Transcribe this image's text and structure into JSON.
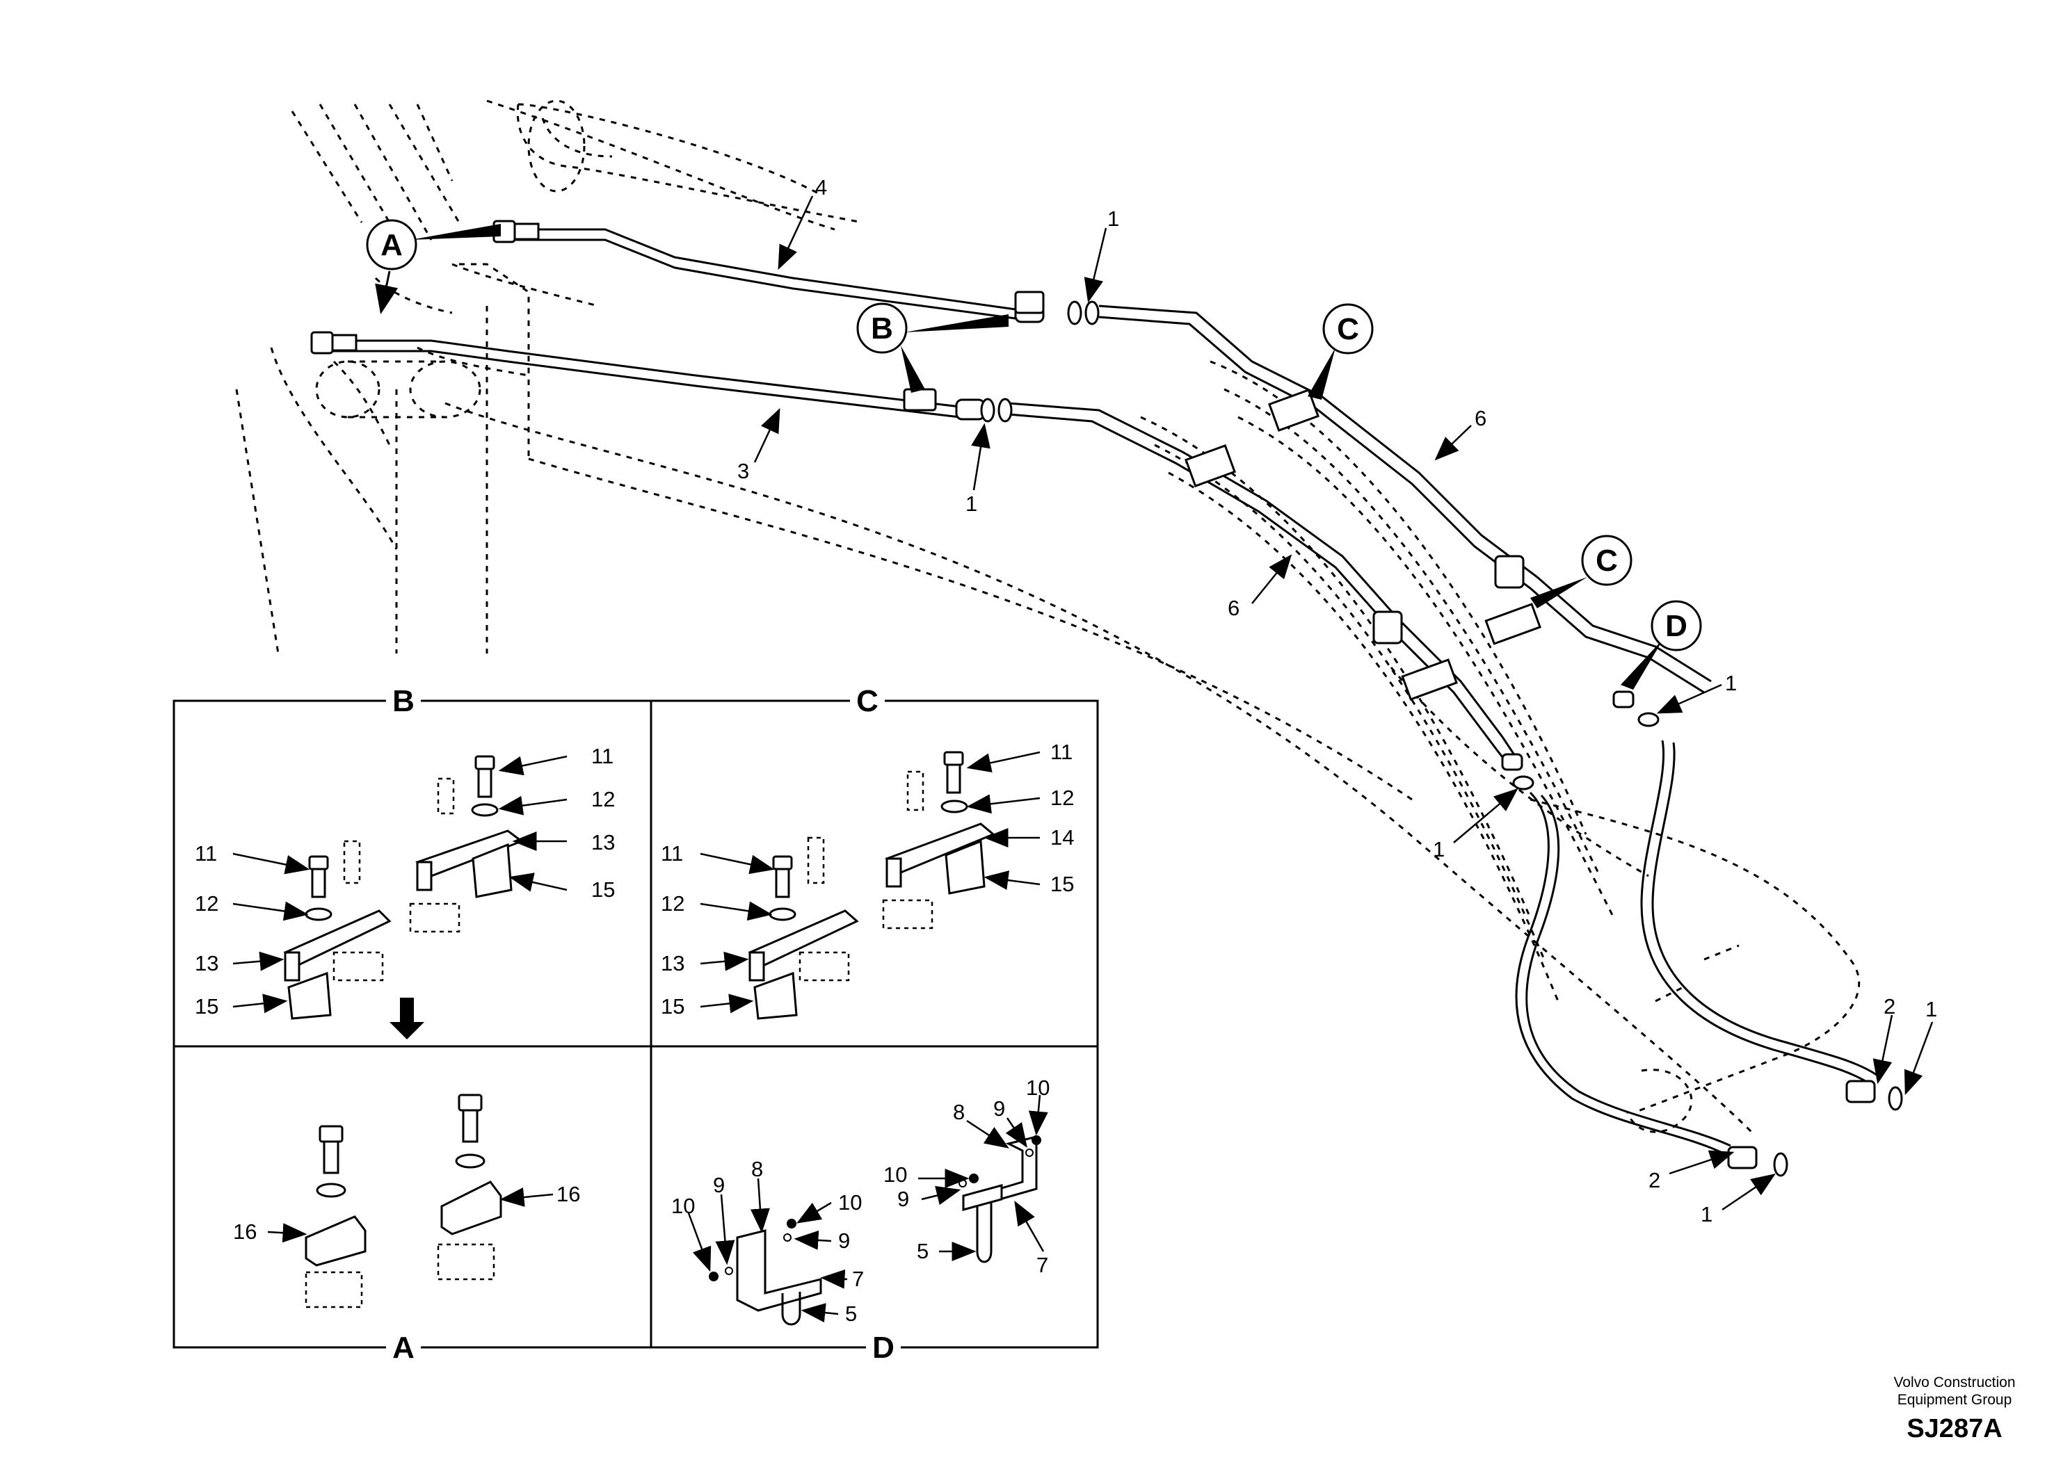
{
  "details": {
    "B": "B",
    "C": "C",
    "A": "A",
    "D": "D"
  },
  "callouts": {
    "A": "A",
    "B": "B",
    "C1": "C",
    "C2": "C",
    "D": "D"
  },
  "main_labels": {
    "l4": "4",
    "l1_top": "1",
    "l3": "3",
    "l1_mid": "1",
    "l6_upper": "6",
    "l6_lower": "6",
    "l1_d": "1",
    "l1_hose": "1",
    "l2_right": "2",
    "l1_right": "1",
    "l2_bottom": "2",
    "l1_bottom": "1"
  },
  "detail_b_labels": {
    "b11a": "11",
    "b12a": "12",
    "b13a": "13",
    "b15a": "15",
    "b11b": "11",
    "b12b": "12",
    "b13b": "13",
    "b15b": "15"
  },
  "detail_c_labels": {
    "c11a": "11",
    "c12a": "12",
    "c14": "14",
    "c15a": "15",
    "c11b": "11",
    "c12b": "12",
    "c13": "13",
    "c15b": "15"
  },
  "detail_a_labels": {
    "a16a": "16",
    "a16b": "16"
  },
  "detail_d_labels": {
    "d10a": "10",
    "d9a": "9",
    "d8a": "8",
    "d10b": "10",
    "d9b": "9",
    "d7a": "7",
    "d5a": "5",
    "d10c": "10",
    "d9c": "9",
    "d8b": "8",
    "d10d": "10",
    "d9d": "9",
    "d5b": "5",
    "d7b": "7"
  },
  "footer": {
    "company_line1": "Volvo Construction",
    "company_line2": "Equipment Group",
    "drawing_code": "SJ287A"
  }
}
